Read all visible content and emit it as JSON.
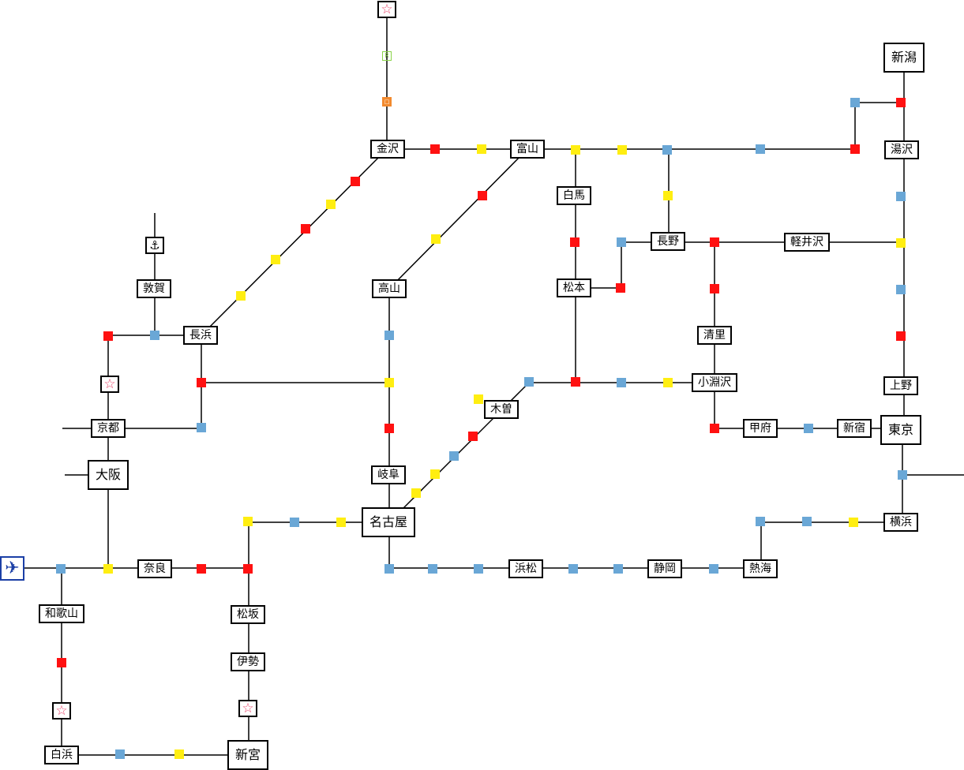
{
  "map": {
    "cities": [
      {
        "id": "niigata",
        "name": "新潟",
        "size": "big"
      },
      {
        "id": "yuzawa",
        "name": "湯沢",
        "size": "small"
      },
      {
        "id": "kanazawa",
        "name": "金沢",
        "size": "small"
      },
      {
        "id": "toyama",
        "name": "富山",
        "size": "small"
      },
      {
        "id": "hakuba",
        "name": "白馬",
        "size": "small"
      },
      {
        "id": "nagano",
        "name": "長野",
        "size": "small"
      },
      {
        "id": "karuizawa",
        "name": "軽井沢",
        "size": "small"
      },
      {
        "id": "tsuruga",
        "name": "敦賀",
        "size": "small"
      },
      {
        "id": "takayama",
        "name": "高山",
        "size": "small"
      },
      {
        "id": "matsumoto",
        "name": "松本",
        "size": "small"
      },
      {
        "id": "nagahama",
        "name": "長浜",
        "size": "small"
      },
      {
        "id": "kiyosato",
        "name": "清里",
        "size": "small"
      },
      {
        "id": "ueno",
        "name": "上野",
        "size": "small"
      },
      {
        "id": "kobuchizawa",
        "name": "小淵沢",
        "size": "small"
      },
      {
        "id": "kiso",
        "name": "木曽",
        "size": "small"
      },
      {
        "id": "kyoto",
        "name": "京都",
        "size": "small"
      },
      {
        "id": "kofu",
        "name": "甲府",
        "size": "small"
      },
      {
        "id": "shinjuku",
        "name": "新宿",
        "size": "small"
      },
      {
        "id": "tokyo",
        "name": "東京",
        "size": "big"
      },
      {
        "id": "osaka",
        "name": "大阪",
        "size": "big"
      },
      {
        "id": "gifu",
        "name": "岐阜",
        "size": "small"
      },
      {
        "id": "nagoya",
        "name": "名古屋",
        "size": "big"
      },
      {
        "id": "yokohama",
        "name": "横浜",
        "size": "small"
      },
      {
        "id": "nara",
        "name": "奈良",
        "size": "small"
      },
      {
        "id": "hamamatsu",
        "name": "浜松",
        "size": "small"
      },
      {
        "id": "shizuoka",
        "name": "静岡",
        "size": "small"
      },
      {
        "id": "atami",
        "name": "熱海",
        "size": "small"
      },
      {
        "id": "wakayama",
        "name": "和歌山",
        "size": "small"
      },
      {
        "id": "matsusaka",
        "name": "松坂",
        "size": "small"
      },
      {
        "id": "ise",
        "name": "伊勢",
        "size": "small"
      },
      {
        "id": "shirahama",
        "name": "白浜",
        "size": "small"
      },
      {
        "id": "shingu",
        "name": "新宮",
        "size": "big"
      }
    ],
    "icons": {
      "star": "☆",
      "anchor": "⚓",
      "airplane": "✈",
      "restaurant_mark": "R",
      "shop_mark": "□"
    },
    "colors": {
      "red_square": "#ff1111",
      "yellow_square": "#ffee11",
      "blue_square": "#6aa7d6",
      "star": "#e8446a",
      "airport": "#1b3fa6",
      "restaurant_mark": "#8bd44a",
      "shop_mark": "#f28a2e"
    }
  }
}
